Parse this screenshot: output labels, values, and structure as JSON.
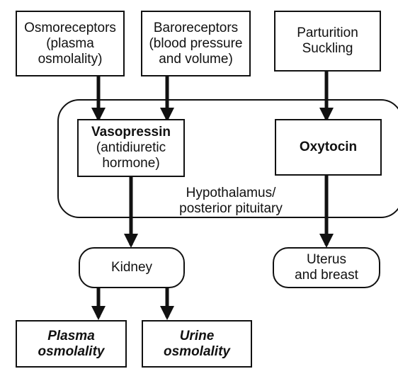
{
  "inputs": {
    "osmoreceptors": [
      "Osmoreceptors",
      "(plasma",
      "osmolality)"
    ],
    "baroreceptors": [
      "Baroreceptors",
      "(blood pressure",
      "and volume)"
    ],
    "parturition": [
      "Parturition",
      "Suckling"
    ]
  },
  "region": {
    "label": [
      "Hypothalamus/",
      "posterior pituitary"
    ]
  },
  "hormones": {
    "vasopressin_title": "Vasopressin",
    "vasopressin_sub": [
      "(antidiuretic",
      "hormone)"
    ],
    "oxytocin": "Oxytocin"
  },
  "targets": {
    "kidney": "Kidney",
    "uterus": [
      "Uterus",
      "and breast"
    ]
  },
  "outputs": {
    "plasma": [
      "Plasma",
      "osmolality"
    ],
    "urine": [
      "Urine",
      "osmolality"
    ]
  },
  "colors": {
    "ink": "#111111",
    "background": "#ffffff"
  }
}
